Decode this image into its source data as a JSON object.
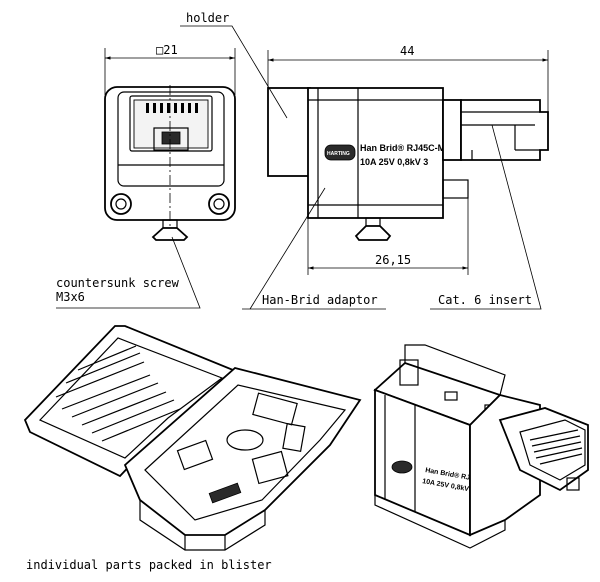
{
  "labels": {
    "holder": "holder",
    "countersunk_screw_1": "countersunk screw",
    "countersunk_screw_2": "M3x6",
    "han_brid_adaptor": "Han-Brid adaptor",
    "cat6_insert": "Cat. 6 insert",
    "blister": "individual parts packed in blister"
  },
  "dimensions": {
    "square": "□21",
    "length": "44",
    "depth": "26,15"
  },
  "marking": {
    "line1": "Han Brid® RJ45C-M",
    "line2": "10A 25V 0,8kV 3",
    "logo": "HARTING"
  }
}
